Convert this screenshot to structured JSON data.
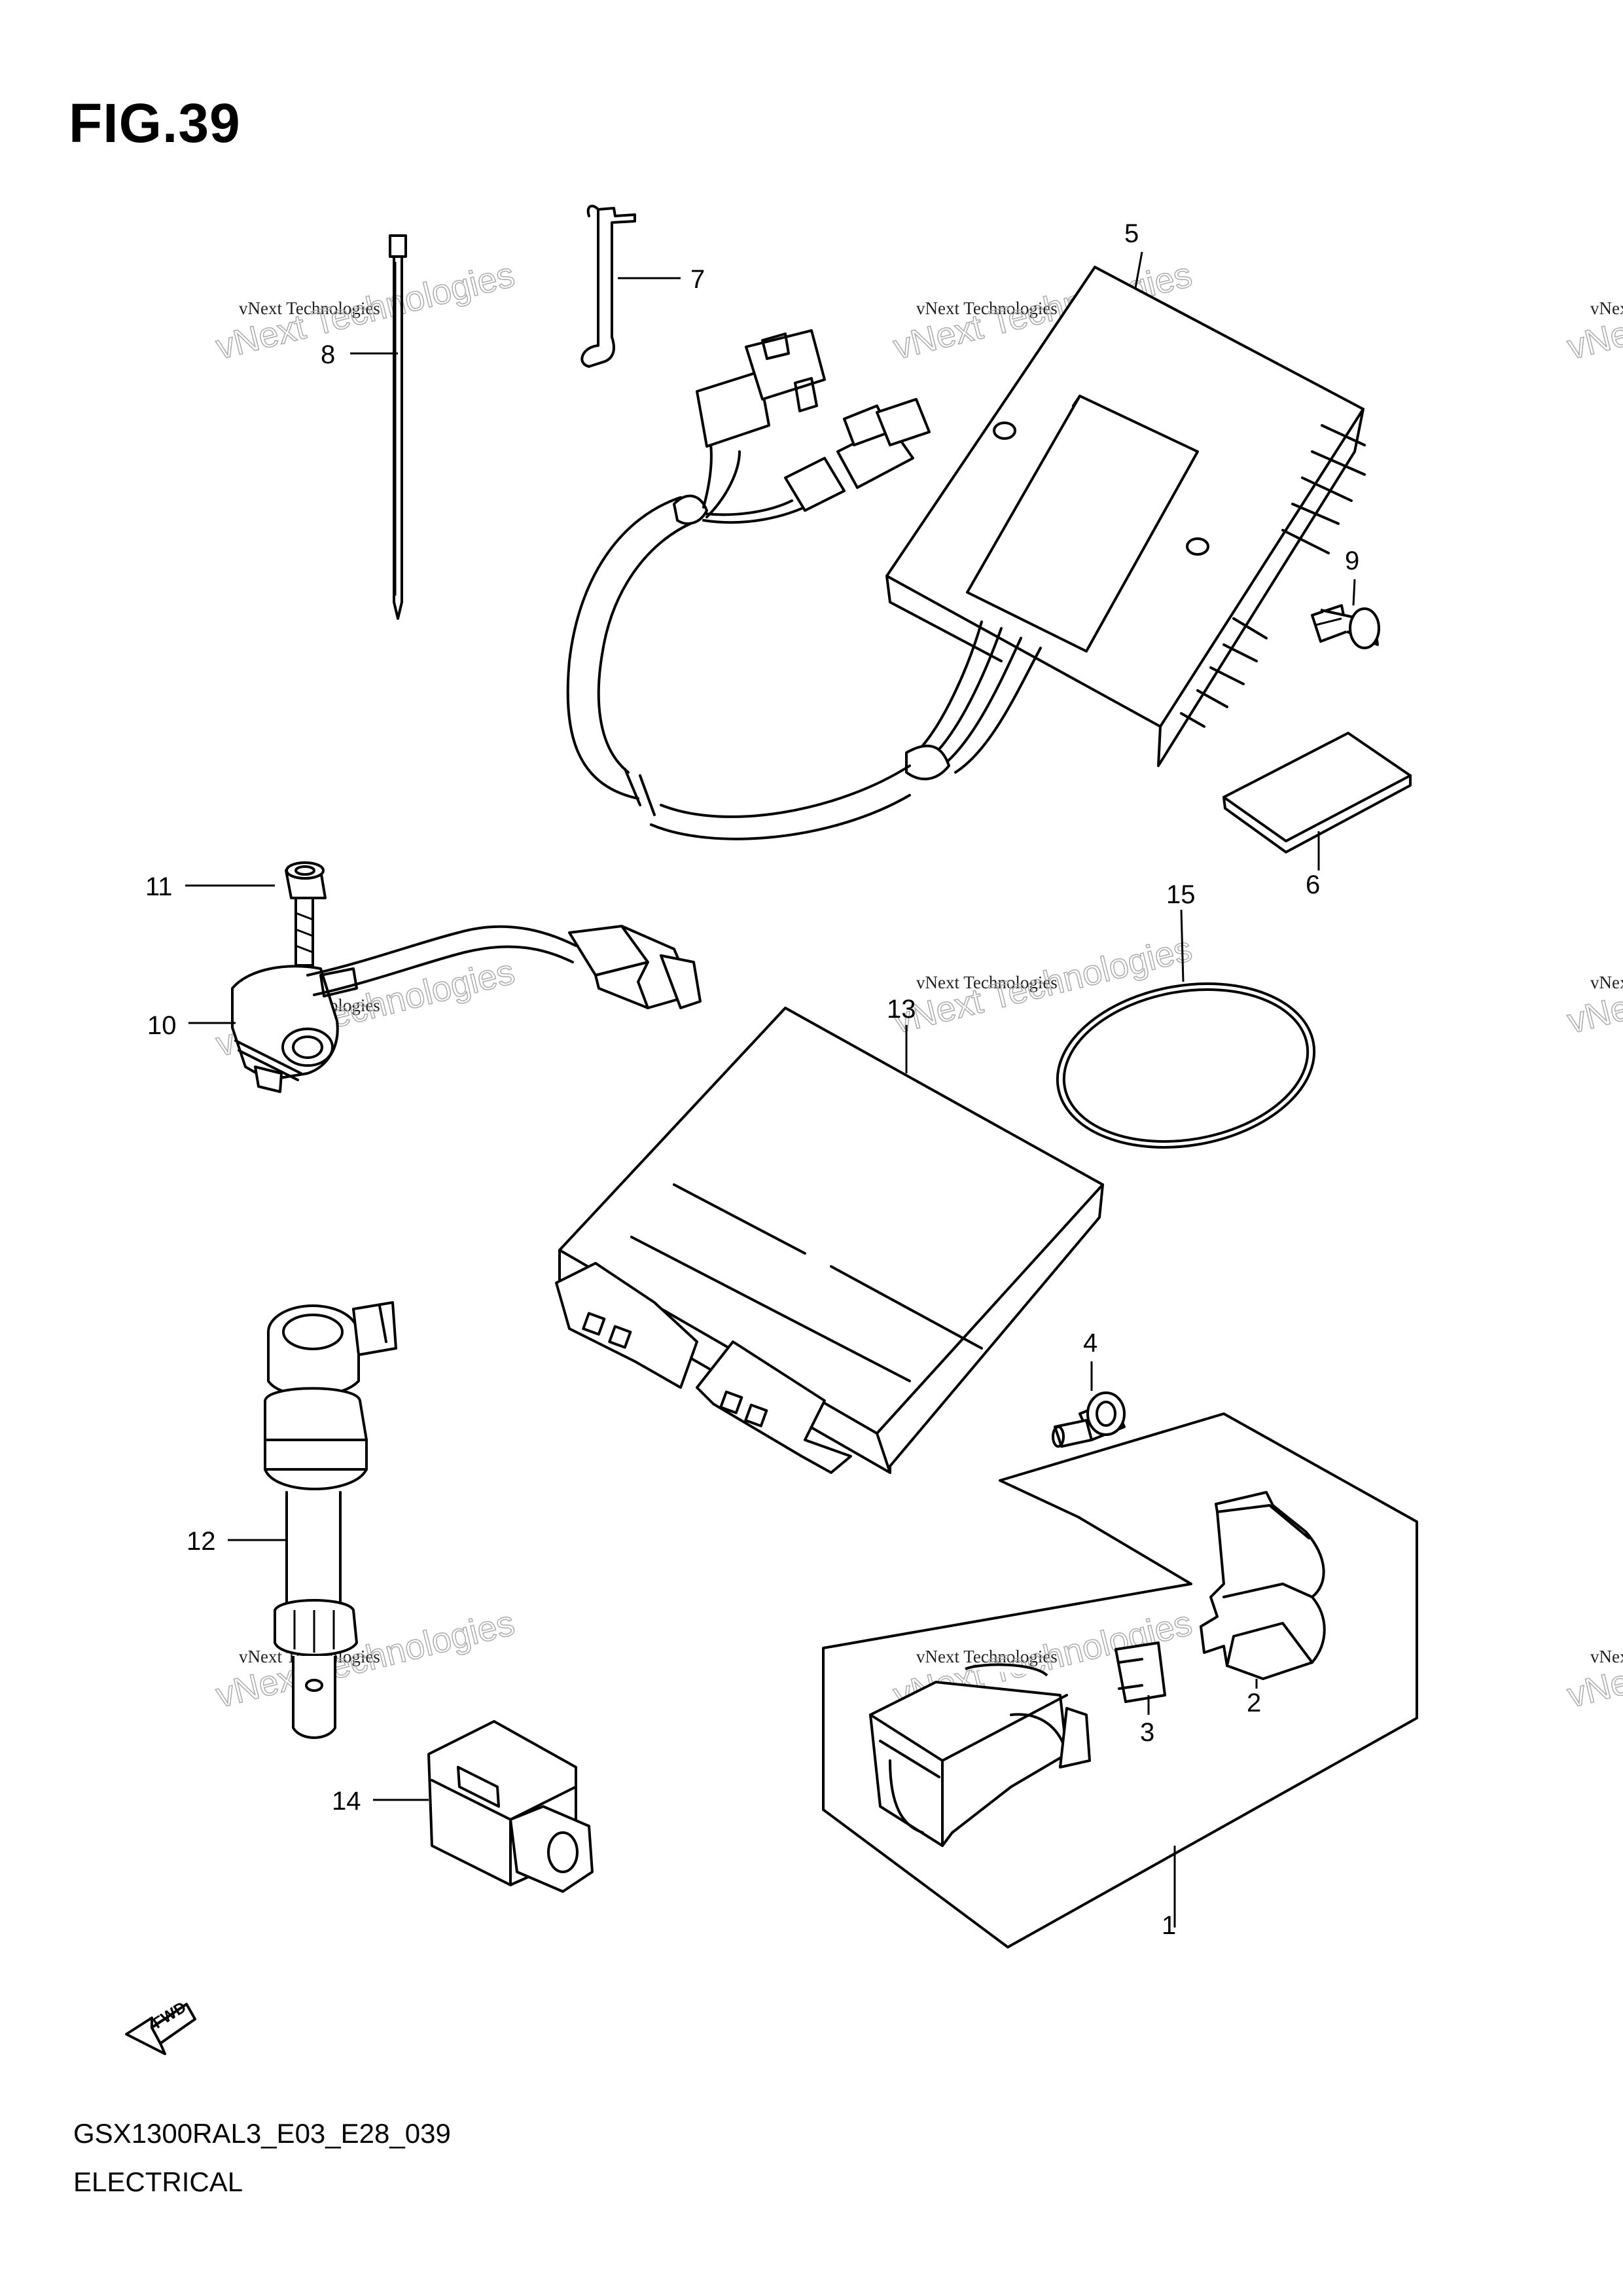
{
  "figure": {
    "title": "FIG.39",
    "model_code": "GSX1300RAL3_E03_E28_039",
    "section": "ELECTRICAL"
  },
  "watermark": {
    "small": "vNext Technologies",
    "large": "vNext Technologies"
  },
  "fwd_label": "FWD",
  "callouts": [
    "1",
    "2",
    "3",
    "4",
    "5",
    "6",
    "7",
    "8",
    "9",
    "10",
    "11",
    "12",
    "13",
    "14",
    "15"
  ]
}
